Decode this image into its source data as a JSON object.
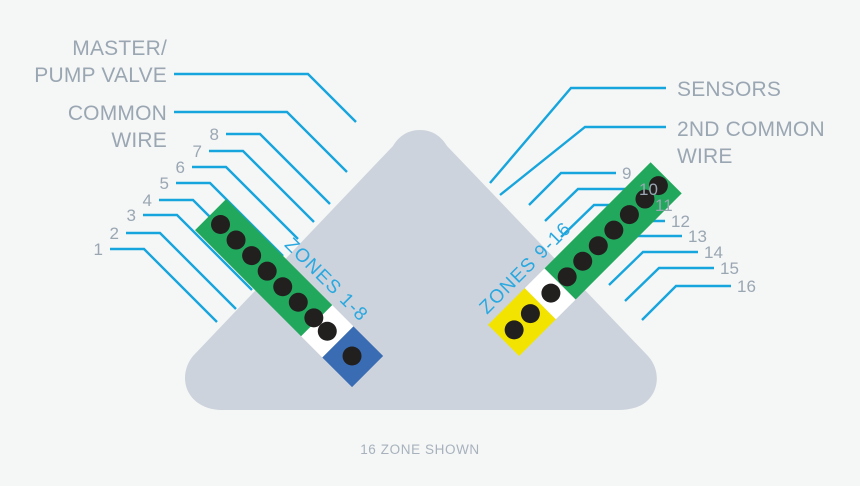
{
  "diagram": {
    "title": "Irrigation Controller Wiring Callout Diagram",
    "caption": "16 ZONE SHOWN",
    "colors": {
      "background": "#f5f6f6",
      "body": "#ccd3dc",
      "terminal_green": "#22a85c",
      "terminal_blue": "#3a6cb4",
      "terminal_yellow": "#f2e400",
      "terminal_white": "#ffffff",
      "port_hole": "#221f1f",
      "leader_line": "#16a5dc",
      "callout_text": "#9aa7b3",
      "zone_label_text": "#2aa8e0"
    },
    "callouts": {
      "master_pump_valve": {
        "line1": "MASTER/",
        "line2": "PUMP VALVE"
      },
      "common_wire": {
        "line1": "COMMON",
        "line2": "WIRE"
      },
      "sensors": {
        "line1": "SENSORS"
      },
      "second_common_wire": {
        "line1": "2ND COMMON",
        "line2": "WIRE"
      }
    },
    "terminal_blocks": {
      "left": {
        "label": "ZONES 1-8",
        "zone_numbers": [
          "1",
          "2",
          "3",
          "4",
          "5",
          "6",
          "7",
          "8"
        ],
        "port_count": 8,
        "color": "#22a85c"
      },
      "right": {
        "label": "ZONES 9-16",
        "zone_numbers": [
          "9",
          "10",
          "11",
          "12",
          "13",
          "14",
          "15",
          "16"
        ],
        "port_count": 8,
        "color": "#22a85c"
      }
    }
  }
}
